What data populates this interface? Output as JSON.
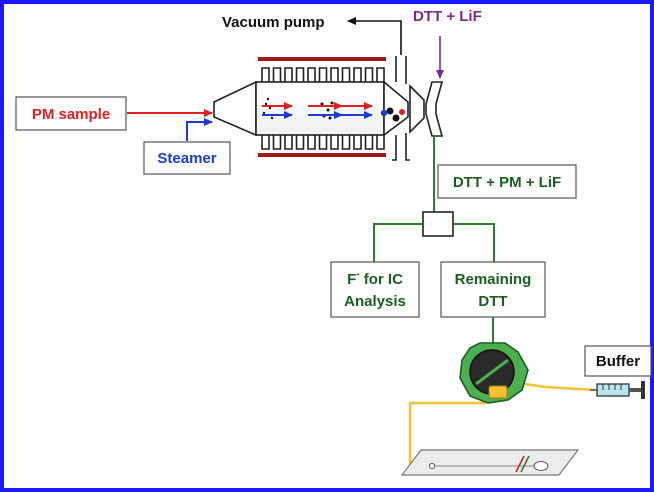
{
  "labels": {
    "vacuum_pump": "Vacuum pump",
    "dtt_lif": "DTT + LiF",
    "pm_sample": "PM sample",
    "steamer": "Steamer",
    "dtt_pm_lif": "DTT + PM + LiF",
    "f_ic_line1": "F",
    "f_ic_sup": "-",
    "f_ic_line1_rest": " for IC",
    "f_ic_line2": "Analysis",
    "remaining_line1": "Remaining",
    "remaining_line2": "DTT",
    "buffer": "Buffer"
  },
  "colors": {
    "frame": "#1a1aff",
    "pm_red": "#e02020",
    "steamer_blue": "#1a3bd6",
    "dtt_purple": "#7a2a8a",
    "green_line": "#2e7d32",
    "dark_green_text": "#1b5e20",
    "yellow_tube": "#f2c230",
    "heater_red": "#a01818"
  }
}
